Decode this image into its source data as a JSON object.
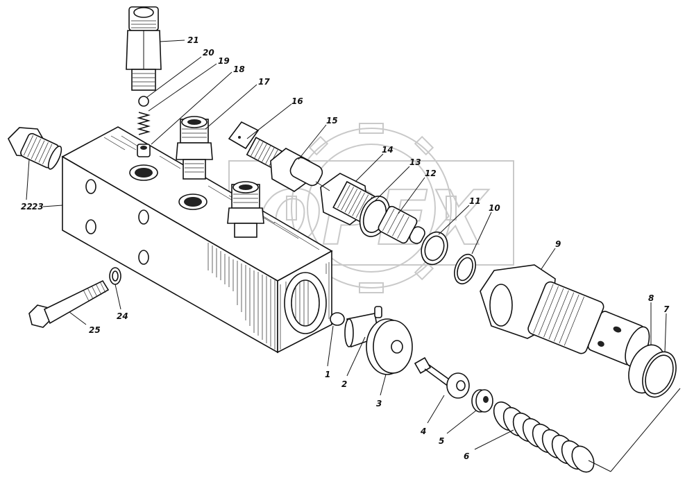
{
  "watermark": {
    "text": "OPEX",
    "color": "#c9c9c9"
  },
  "line_color": "#111111",
  "background": "#ffffff",
  "labels": {
    "l1": "1",
    "l2": "2",
    "l3": "3",
    "l4": "4",
    "l5": "5",
    "l6": "6",
    "l7": "7",
    "l8": "8",
    "l9": "9",
    "l10": "10",
    "l11": "11",
    "l12": "12",
    "l13": "13",
    "l14": "14",
    "l15": "15",
    "l16": "16",
    "l17": "17",
    "l18": "18",
    "l19": "19",
    "l20": "20",
    "l21": "21",
    "l22": "22",
    "l23": "23",
    "l24": "24",
    "l25": "25"
  }
}
